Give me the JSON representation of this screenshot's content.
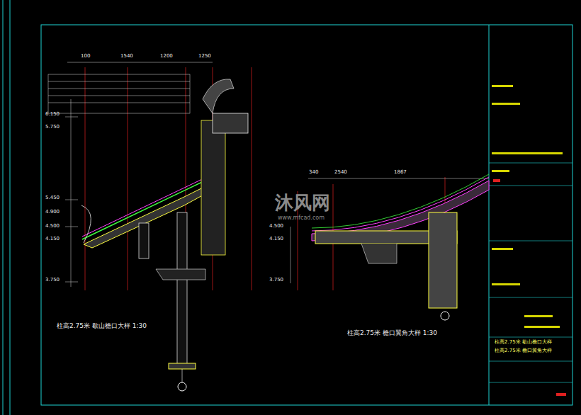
{
  "diagram": {
    "labels": [
      "100",
      "1540",
      "1200",
      "1250",
      "6.150",
      "5.750",
      "5.450",
      "4.900",
      "4.500",
      "4.150",
      "3.750",
      "340",
      "2540",
      "1867",
      "4.500",
      "4.150",
      "3.750",
      "柱高2.75米  歇山檐口大样  1:30",
      "柱高2.75米  檐口翼角大样  1:30",
      "柱高2.75米  歇山檐口大样",
      "柱高2.75米  檐口翼角大样",
      "沐风网",
      "www.mfcad.com"
    ]
  }
}
